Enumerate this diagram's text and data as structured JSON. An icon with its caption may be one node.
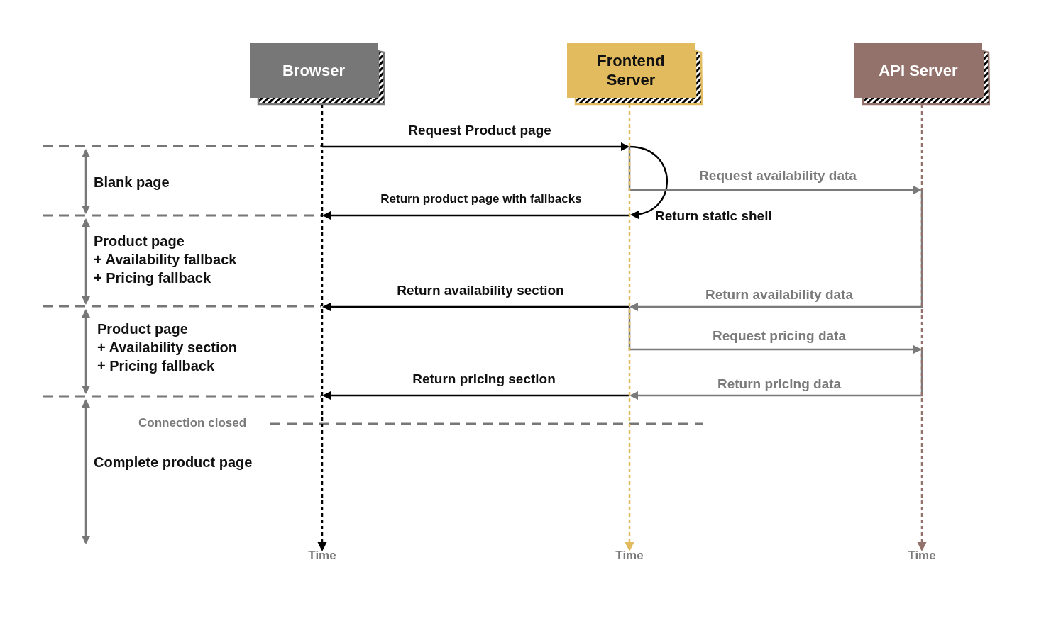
{
  "diagram": {
    "nodes": [
      {
        "text": [
          "Browser"
        ],
        "beside": [
          "Time"
        ]
      },
      {
        "text": [
          "Frontend Server"
        ],
        "beside": [
          "Time"
        ]
      },
      {
        "text": [
          "API Server"
        ],
        "beside": [
          "Time"
        ]
      }
    ],
    "edges": [
      {
        "from": 0,
        "to": 1,
        "arrow": "to",
        "label": "Request Product page"
      },
      {
        "from": 1,
        "to": 1,
        "arrow": "to",
        "label": "Return static shell"
      },
      {
        "from": 1,
        "to": 2,
        "arrow": "to",
        "label": "Request availability data",
        "color": "#7a7a7a"
      },
      {
        "from": 1,
        "to": 0,
        "arrow": "to",
        "label": "Return product page with fallbacks"
      },
      {
        "from": 2,
        "to": 1,
        "arrow": "to",
        "label": "Return availability data",
        "color": "#7a7a7a"
      },
      {
        "from": 1,
        "to": 0,
        "arrow": "to",
        "label": "Return availability section"
      },
      {
        "from": 1,
        "to": 2,
        "arrow": "to",
        "label": "Request pricing data",
        "color": "#7a7a7a"
      },
      {
        "from": 1,
        "to": 0,
        "arrow": "to",
        "label": "Return pricing section"
      },
      {
        "from": 2,
        "to": 1,
        "arrow": "to",
        "label": "Return pricing data",
        "color": "#7a7a7a"
      }
    ],
    "labels": [
      "Blank page",
      "Product page",
      "+ Availability fallback",
      "+ Pricing fallback",
      "Product page",
      "+ Availability section",
      "+ Pricing fallback",
      "Connection closed",
      "Complete product page"
    ]
  }
}
